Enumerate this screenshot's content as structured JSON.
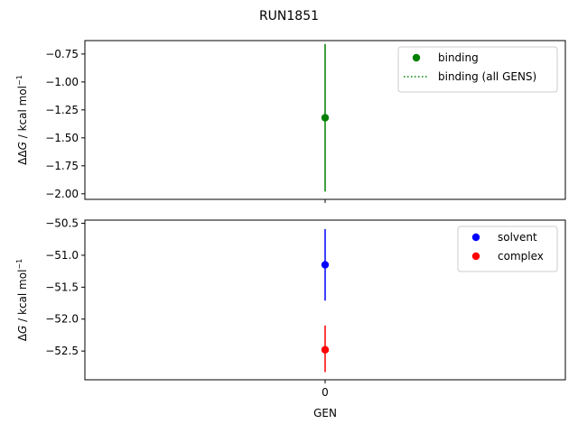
{
  "figure_title": "RUN1851",
  "colors": {
    "binding": "#008000",
    "solvent": "#0000ff",
    "complex": "#ff0000",
    "axis": "#000000"
  },
  "chart_data": [
    {
      "type": "scatter",
      "ylabel": "ΔΔG / kcal mol⁻¹",
      "ylabel_parts": {
        "prefix": "ΔΔ",
        "var": "G",
        "unit": " / kcal mol",
        "sup": "−1"
      },
      "xlabel": "",
      "xlim": [
        -1,
        1
      ],
      "ylim": [
        -2.05,
        -0.63
      ],
      "yticks": [
        -0.75,
        -1.0,
        -1.25,
        -1.5,
        -1.75,
        -2.0
      ],
      "ytick_labels": [
        "−0.75",
        "−1.00",
        "−1.25",
        "−1.50",
        "−1.75",
        "−2.00"
      ],
      "xticks": [
        0
      ],
      "xtick_labels": [],
      "grid": false,
      "legend_position": "top-right",
      "legend": [
        {
          "label": "binding",
          "kind": "marker",
          "color": "#008000"
        },
        {
          "label": "binding (all GENS)",
          "kind": "dotted-line",
          "color": "#008000"
        }
      ],
      "series": [
        {
          "name": "binding",
          "color": "#008000",
          "points": [
            {
              "x": 0,
              "y": -1.32,
              "err_low": -1.98,
              "err_high": -0.66
            }
          ]
        }
      ]
    },
    {
      "type": "scatter",
      "ylabel": "ΔG / kcal mol⁻¹",
      "ylabel_parts": {
        "prefix": "Δ",
        "var": "G",
        "unit": " / kcal mol",
        "sup": "−1"
      },
      "xlabel": "GEN",
      "xlim": [
        -1,
        1
      ],
      "ylim": [
        -52.95,
        -50.45
      ],
      "yticks": [
        -50.5,
        -51.0,
        -51.5,
        -52.0,
        -52.5
      ],
      "ytick_labels": [
        "−50.5",
        "−51.0",
        "−51.5",
        "−52.0",
        "−52.5"
      ],
      "xticks": [
        0
      ],
      "xtick_labels": [
        "0"
      ],
      "grid": false,
      "legend_position": "top-right",
      "legend": [
        {
          "label": "solvent",
          "kind": "marker",
          "color": "#0000ff"
        },
        {
          "label": "complex",
          "kind": "marker",
          "color": "#ff0000"
        }
      ],
      "series": [
        {
          "name": "solvent",
          "color": "#0000ff",
          "points": [
            {
              "x": 0,
              "y": -51.15,
              "err_low": -51.71,
              "err_high": -50.59
            }
          ]
        },
        {
          "name": "complex",
          "color": "#ff0000",
          "points": [
            {
              "x": 0,
              "y": -52.48,
              "err_low": -52.83,
              "err_high": -52.1
            }
          ]
        }
      ]
    }
  ]
}
